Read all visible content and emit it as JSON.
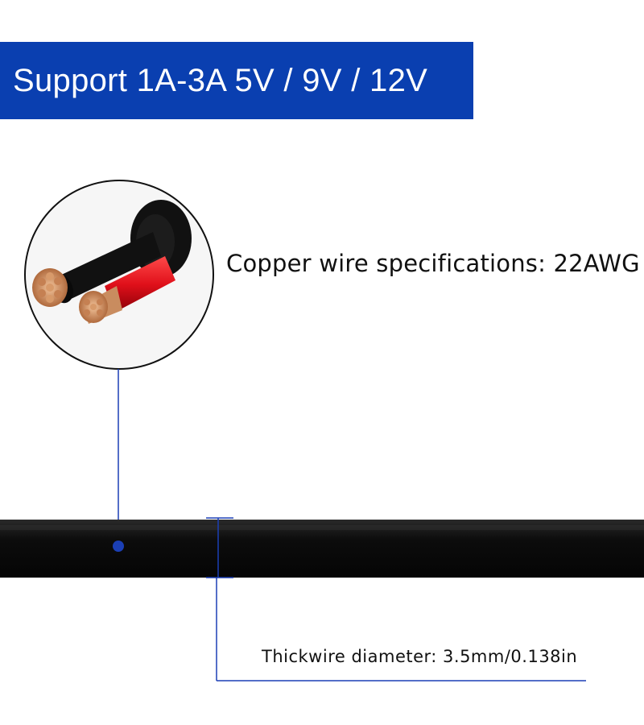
{
  "banner": {
    "text": "Support 1A-3A 5V / 9V  / 12V",
    "color": "#0a3fb0"
  },
  "callouts": {
    "copper_spec": "Copper wire specifications: 22AWG",
    "diameter": "Thickwire diameter: 3.5mm/0.138in"
  },
  "colors": {
    "cable": "#0c0c0c",
    "red_insulation": "#e0101a",
    "copper": "#c98c5f",
    "leader_line": "#1b3fb5"
  },
  "icons": [
    "copper-wire-closeup-icon",
    "cable-cross-section-icon"
  ]
}
